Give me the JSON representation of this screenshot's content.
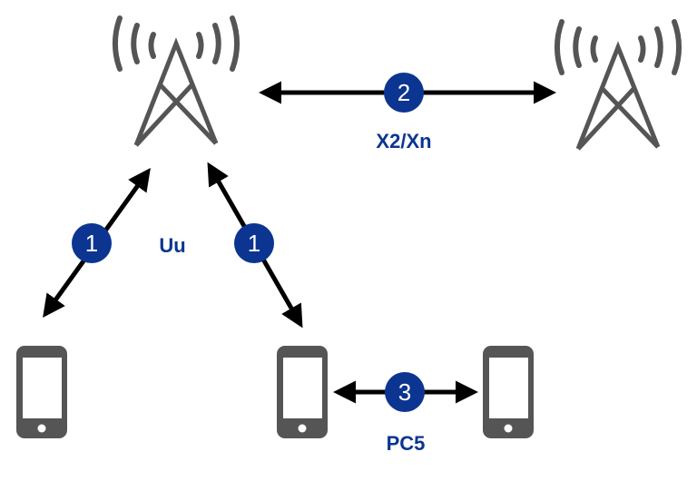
{
  "colors": {
    "accent": "#0b3590",
    "icon": "#555555",
    "arrow": "#000000"
  },
  "nodes": {
    "tower_left": {
      "icon": "cell-tower-icon"
    },
    "tower_right": {
      "icon": "cell-tower-icon"
    },
    "phone_left": {
      "icon": "smartphone-icon"
    },
    "phone_middle": {
      "icon": "smartphone-icon"
    },
    "phone_right": {
      "icon": "smartphone-icon"
    }
  },
  "links": {
    "uu_left": {
      "number": "1"
    },
    "uu_right": {
      "number": "1"
    },
    "uu_label": "Uu",
    "x2": {
      "number": "2",
      "label": "X2/Xn"
    },
    "pc5": {
      "number": "3",
      "label": "PC5"
    }
  }
}
